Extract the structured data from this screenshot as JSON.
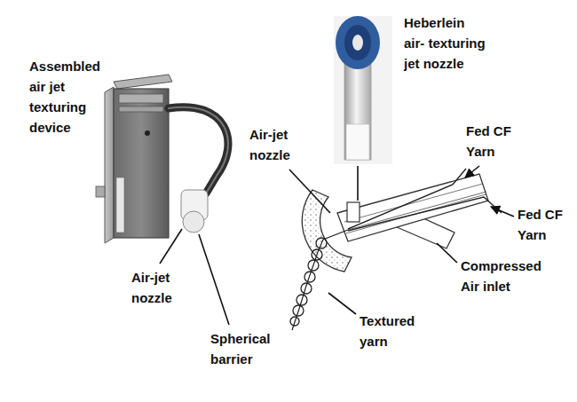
{
  "diagram": {
    "labels": [
      "Assembled air jet texturing device",
      "Heberlein air- texturing jet nozzle",
      "Air-jet nozzle",
      "Fed CF Yarn",
      "Fed CF Yarn",
      "Compressed Air inlet",
      "Air-jet nozzle",
      "Textured yarn",
      "Spherical barrier"
    ]
  }
}
